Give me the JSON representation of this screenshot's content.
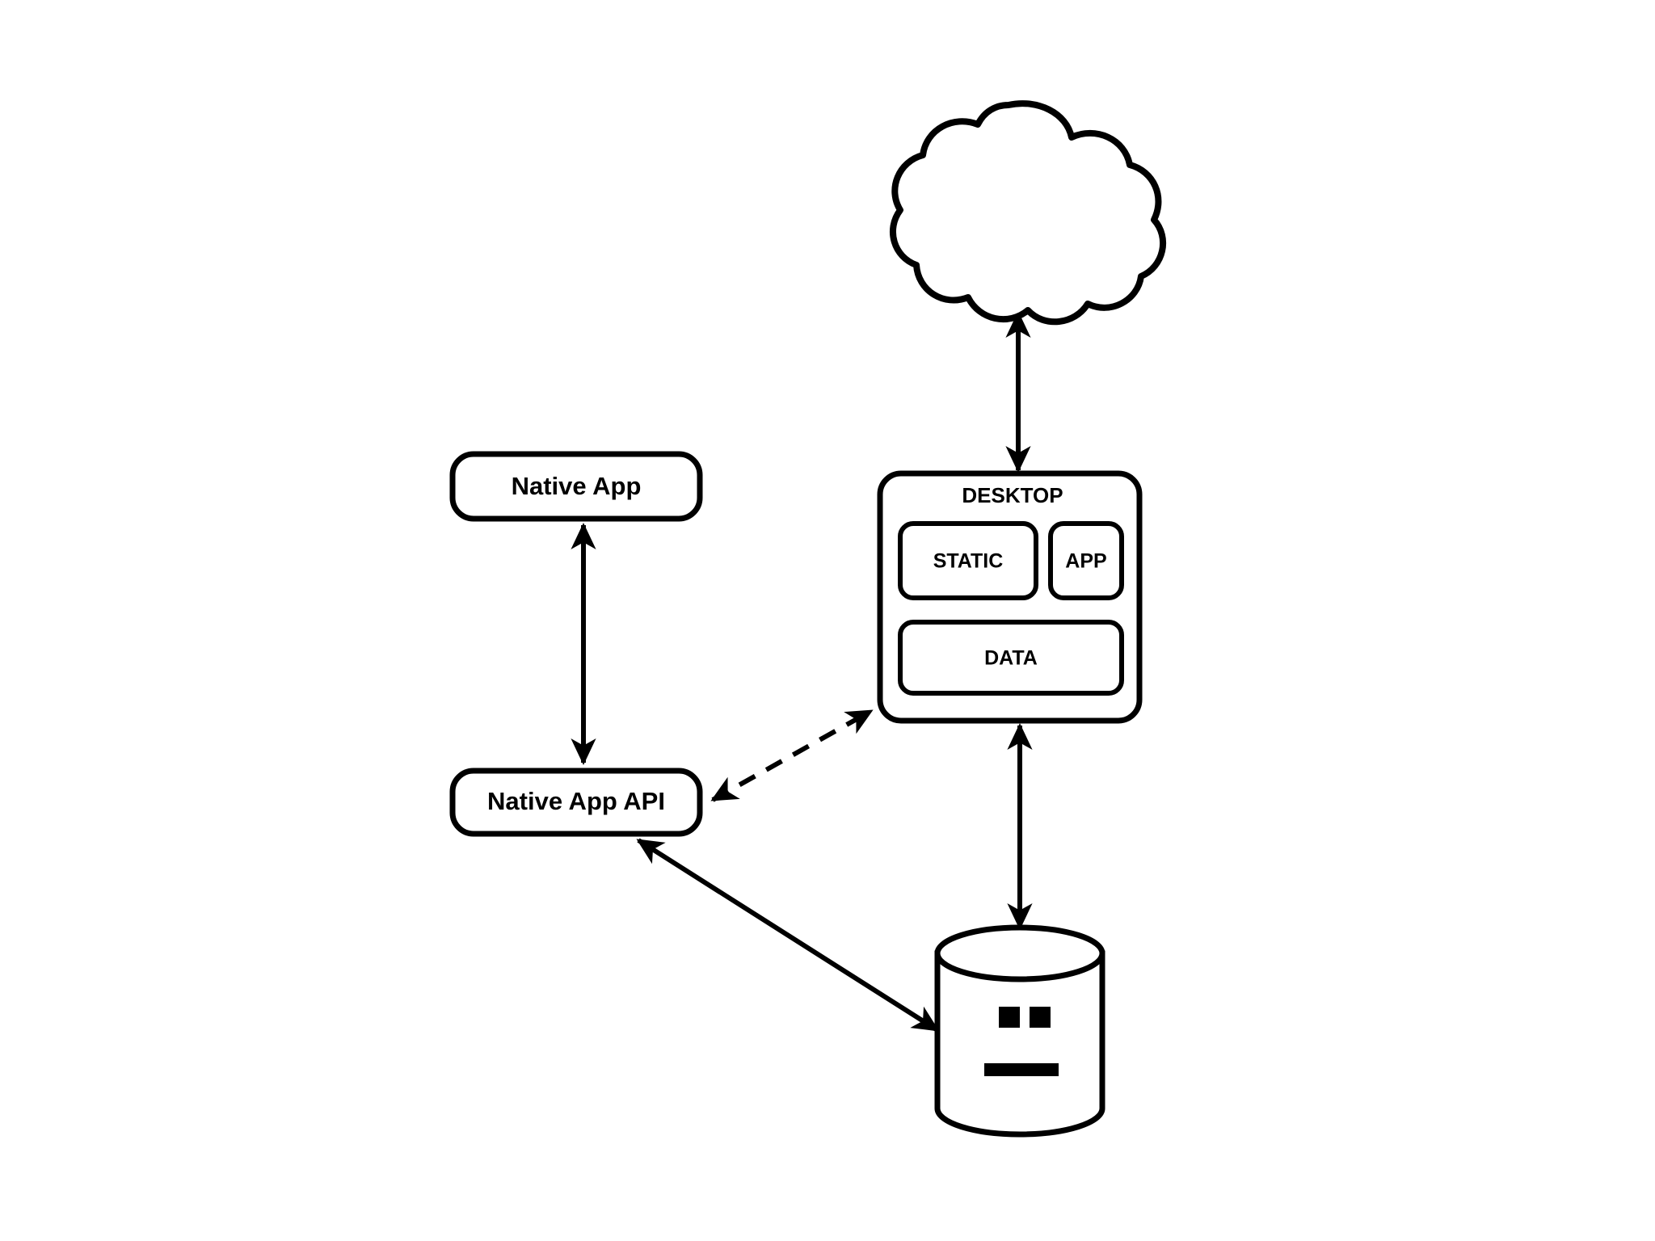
{
  "diagram": {
    "title": "Native App / Desktop Architecture Diagram",
    "background_color": "#ffffff",
    "stroke_color": "#000000",
    "nodes": {
      "cloud": {
        "label": "",
        "icon": "cloud-icon",
        "shape": "cloud"
      },
      "native_app": {
        "label": "Native App",
        "shape": "rounded-rectangle"
      },
      "native_app_api": {
        "label": "Native App API",
        "shape": "rounded-rectangle"
      },
      "desktop": {
        "label": "DESKTOP",
        "shape": "rounded-rectangle"
      },
      "static": {
        "label": "STATIC",
        "shape": "rounded-rectangle"
      },
      "app": {
        "label": "APP",
        "shape": "rounded-rectangle"
      },
      "data": {
        "label": "DATA",
        "shape": "rounded-rectangle"
      },
      "database": {
        "label": "",
        "icon": "database-cylinder-icon",
        "shape": "cylinder",
        "face": "neutral"
      }
    },
    "connectors": [
      {
        "name": "cloud-desktop-connector",
        "from": "desktop",
        "to": "cloud",
        "style": "solid",
        "arrows": "both"
      },
      {
        "name": "native-app-api-connector",
        "from": "native_app",
        "to": "native_app_api",
        "style": "solid",
        "arrows": "both"
      },
      {
        "name": "api-desktop-connector",
        "from": "native_app_api",
        "to": "desktop",
        "style": "dashed",
        "arrows": "both"
      },
      {
        "name": "api-database-connector",
        "from": "native_app_api",
        "to": "database",
        "style": "solid",
        "arrows": "both"
      },
      {
        "name": "desktop-database-connector",
        "from": "desktop",
        "to": "database",
        "style": "solid",
        "arrows": "both"
      }
    ]
  }
}
